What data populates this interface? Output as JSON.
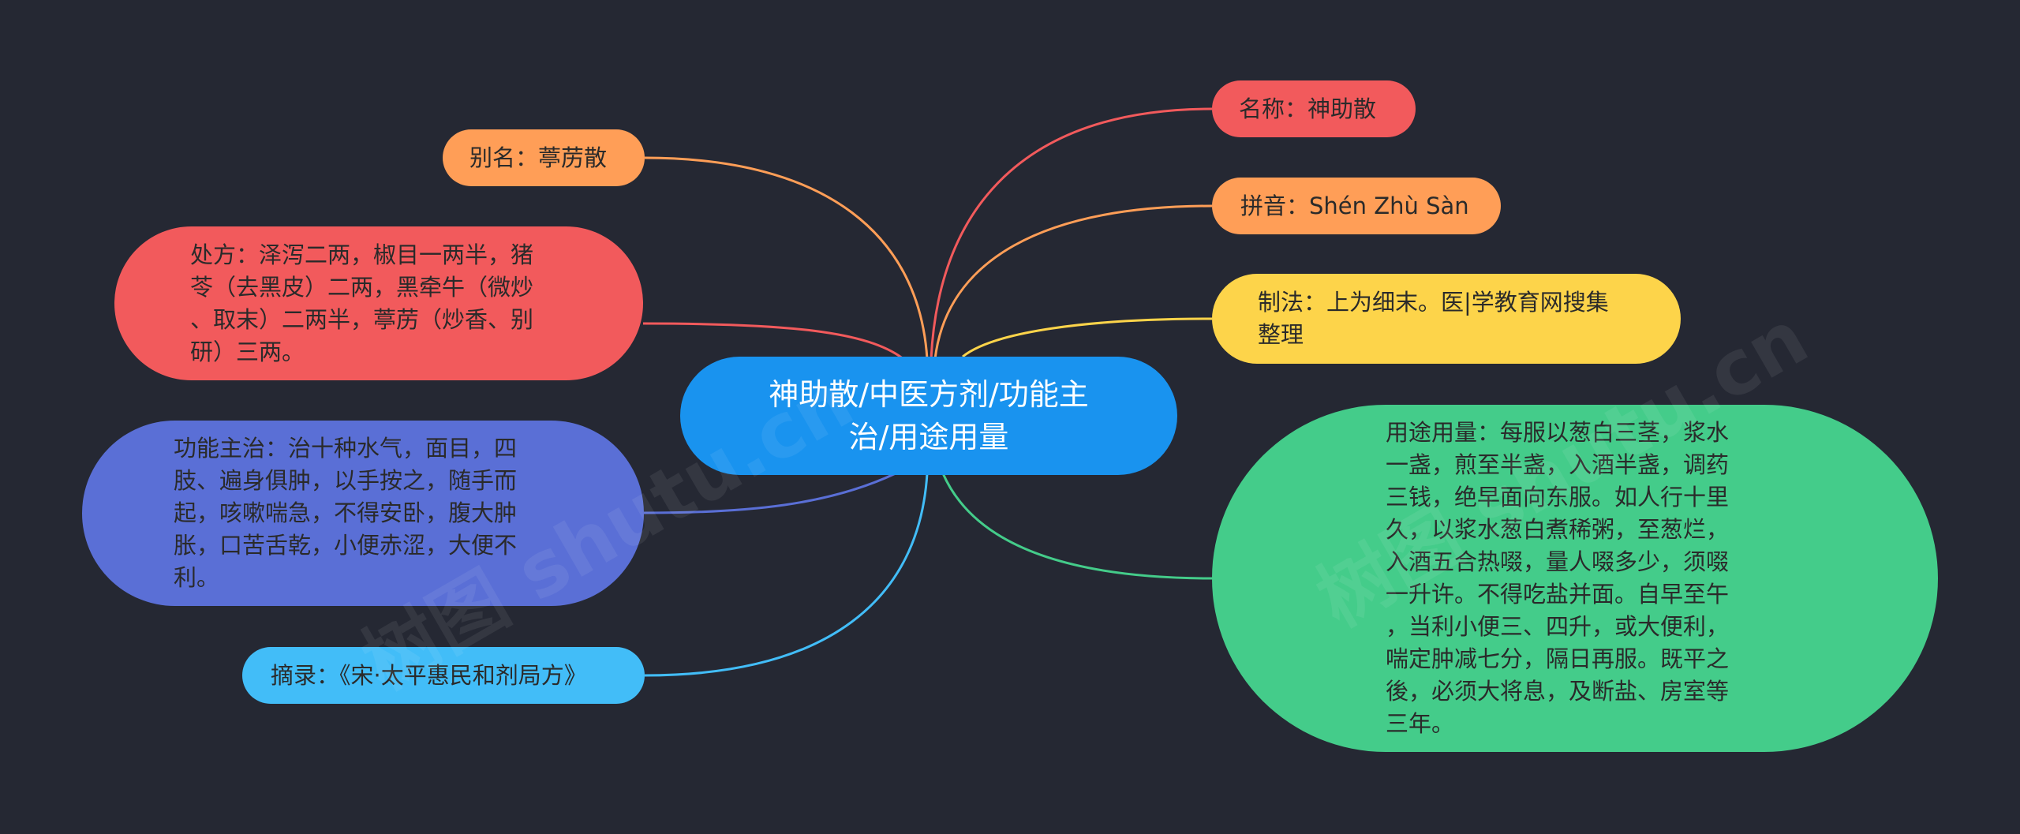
{
  "root": {
    "lines": [
      "神助散/中医方剂/功能主",
      "治/用途用量"
    ],
    "color": "#1993ef"
  },
  "left_branches": [
    {
      "key": "alias",
      "color": "#ff9e57",
      "link_color": "#ff9e57",
      "lines": [
        "别名：葶苈散"
      ]
    },
    {
      "key": "recipe",
      "color": "#f25a5c",
      "link_color": "#f25a5c",
      "lines": [
        "处方：泽泻二两，椒目一两半，猪",
        "苓（去黑皮）二两，黑牵牛（微炒",
        "、取末）二两半，葶苈（炒香、别",
        "研）三两。"
      ]
    },
    {
      "key": "func",
      "color": "#5a6fd6",
      "link_color": "#5a6fd6",
      "lines": [
        "功能主治：治十种水气，面目，四",
        "肢、遍身俱肿，以手按之，随手而",
        "起，咳嗽喘急，不得安卧，腹大肿",
        "胀，口苦舌乾，小便赤涩，大便不",
        "利。"
      ]
    },
    {
      "key": "excerpt",
      "color": "#42bdf8",
      "link_color": "#42bdf8",
      "lines": [
        "摘录：《宋·太平惠民和剂局方》"
      ]
    }
  ],
  "right_branches": [
    {
      "key": "name",
      "color": "#f25a5c",
      "link_color": "#f25a5c",
      "lines": [
        "名称：神助散"
      ]
    },
    {
      "key": "pinyin",
      "color": "#ff9e57",
      "link_color": "#ff9e57",
      "lines": [
        "拼音：Shén Zhù Sàn"
      ]
    },
    {
      "key": "method",
      "color": "#fdd44a",
      "link_color": "#fdd44a",
      "lines": [
        "制法：上为细末。医|学教育网搜集",
        "整理"
      ]
    },
    {
      "key": "usage",
      "color": "#44cc8a",
      "link_color": "#44cc8a",
      "lines": [
        "用途用量：每服以葱白三茎，浆水",
        "一盏，煎至半盏，入酒半盏，调药",
        "三钱，绝早面向东服。如人行十里",
        "久，以浆水葱白煮稀粥，至葱烂，",
        "入酒五合热啜，量人啜多少，须啜",
        "一升许。不得吃盐并面。自早至午",
        "，当利小便三、四升，或大便利，",
        "喘定肿减七分，隔日再服。既平之",
        "後，必须大将息，及断盐、房室等",
        "三年。"
      ]
    }
  ],
  "watermarks": [
    "树图 shutu.cn",
    "树图 shutu.cn"
  ]
}
